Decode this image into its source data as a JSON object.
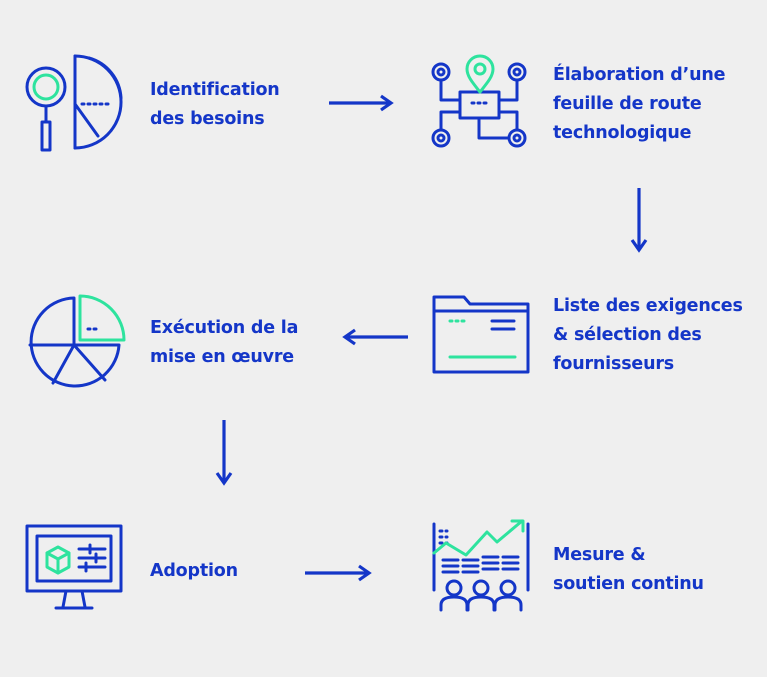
{
  "steps": [
    {
      "id": "identification",
      "lines": [
        "Identification",
        "des besoins"
      ],
      "icon": "pie-chart-magnifier-icon"
    },
    {
      "id": "roadmap",
      "lines": [
        "Élaboration d’une",
        "feuille de route",
        "technologique"
      ],
      "icon": "roadmap-location-icon"
    },
    {
      "id": "requirements",
      "lines": [
        "Liste des exigences",
        "& sélection des",
        "fournisseurs"
      ],
      "icon": "folder-icon"
    },
    {
      "id": "execution",
      "lines": [
        "Exécution de la",
        "mise en œuvre"
      ],
      "icon": "pie-chart-icon"
    },
    {
      "id": "adoption",
      "lines": [
        "Adoption"
      ],
      "icon": "monitor-cube-icon"
    },
    {
      "id": "measure",
      "lines": [
        "Mesure &",
        "soutien continu"
      ],
      "icon": "growth-chart-team-icon"
    }
  ],
  "colors": {
    "primary": "#1436c8",
    "accent": "#2ee39e",
    "background": "#efefef"
  }
}
